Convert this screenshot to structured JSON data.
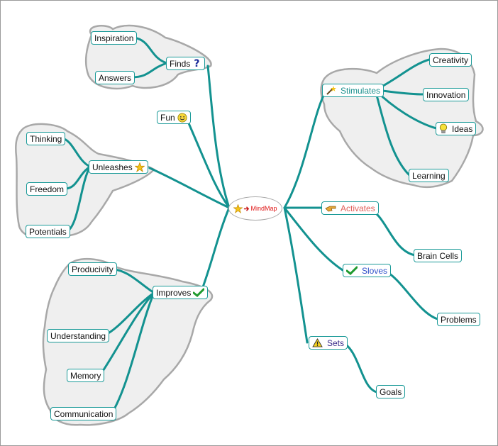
{
  "center": {
    "label": "MindMap"
  },
  "branches": {
    "finds": {
      "label": "Finds",
      "icon": "question-icon"
    },
    "fun": {
      "label": "Fun",
      "icon": "smiley-icon"
    },
    "unleashes": {
      "label": "Unleashes",
      "icon": "star-icon"
    },
    "improves": {
      "label": "Improves",
      "icon": "checkmark-icon"
    },
    "stimulates": {
      "label": "Stimulates",
      "icon": "magic-wand-icon",
      "color": "#1a8f8d"
    },
    "activates": {
      "label": "Activates",
      "icon": "hand-icon",
      "color": "#e0605a"
    },
    "sloves": {
      "label": "Sloves",
      "icon": "checkmark-icon",
      "color": "#2e4fc9"
    },
    "sets": {
      "label": "Sets",
      "icon": "warning-icon",
      "color": "#3a2a8a"
    }
  },
  "leaves": {
    "inspiration": "Inspiration",
    "answers": "Answers",
    "thinking": "Thinking",
    "freedom": "Freedom",
    "potentials": "Potentials",
    "producivity": "Producivity",
    "understanding": "Understanding",
    "memory": "Memory",
    "communication": "Communication",
    "creativity": "Creativity",
    "innovation": "Innovation",
    "ideas": {
      "label": "Ideas",
      "icon": "lightbulb-icon"
    },
    "learning": "Learning",
    "brain_cells": "Brain Cells",
    "problems": "Problems",
    "goals": "Goals"
  },
  "colors": {
    "connector": "#139290",
    "node_border": "#1a9a98",
    "cloud_fill": "#efefef",
    "cloud_stroke": "#a8a8a8",
    "center_text": "#e01818"
  }
}
